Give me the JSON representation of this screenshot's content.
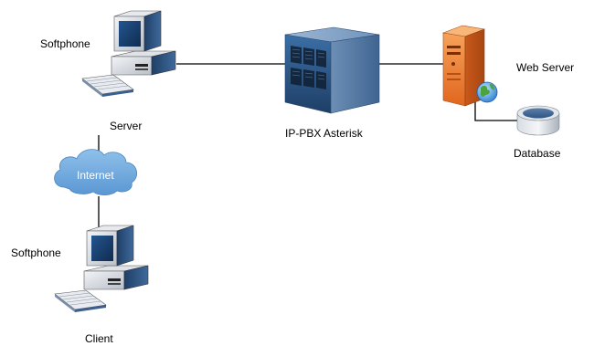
{
  "labels": {
    "softphone_top": "Softphone",
    "server": "Server",
    "internet": "Internet",
    "softphone_bottom": "Softphone",
    "client": "Client",
    "pbx": "IP-PBX Asterisk",
    "web_server": "Web Server",
    "database": "Database"
  }
}
